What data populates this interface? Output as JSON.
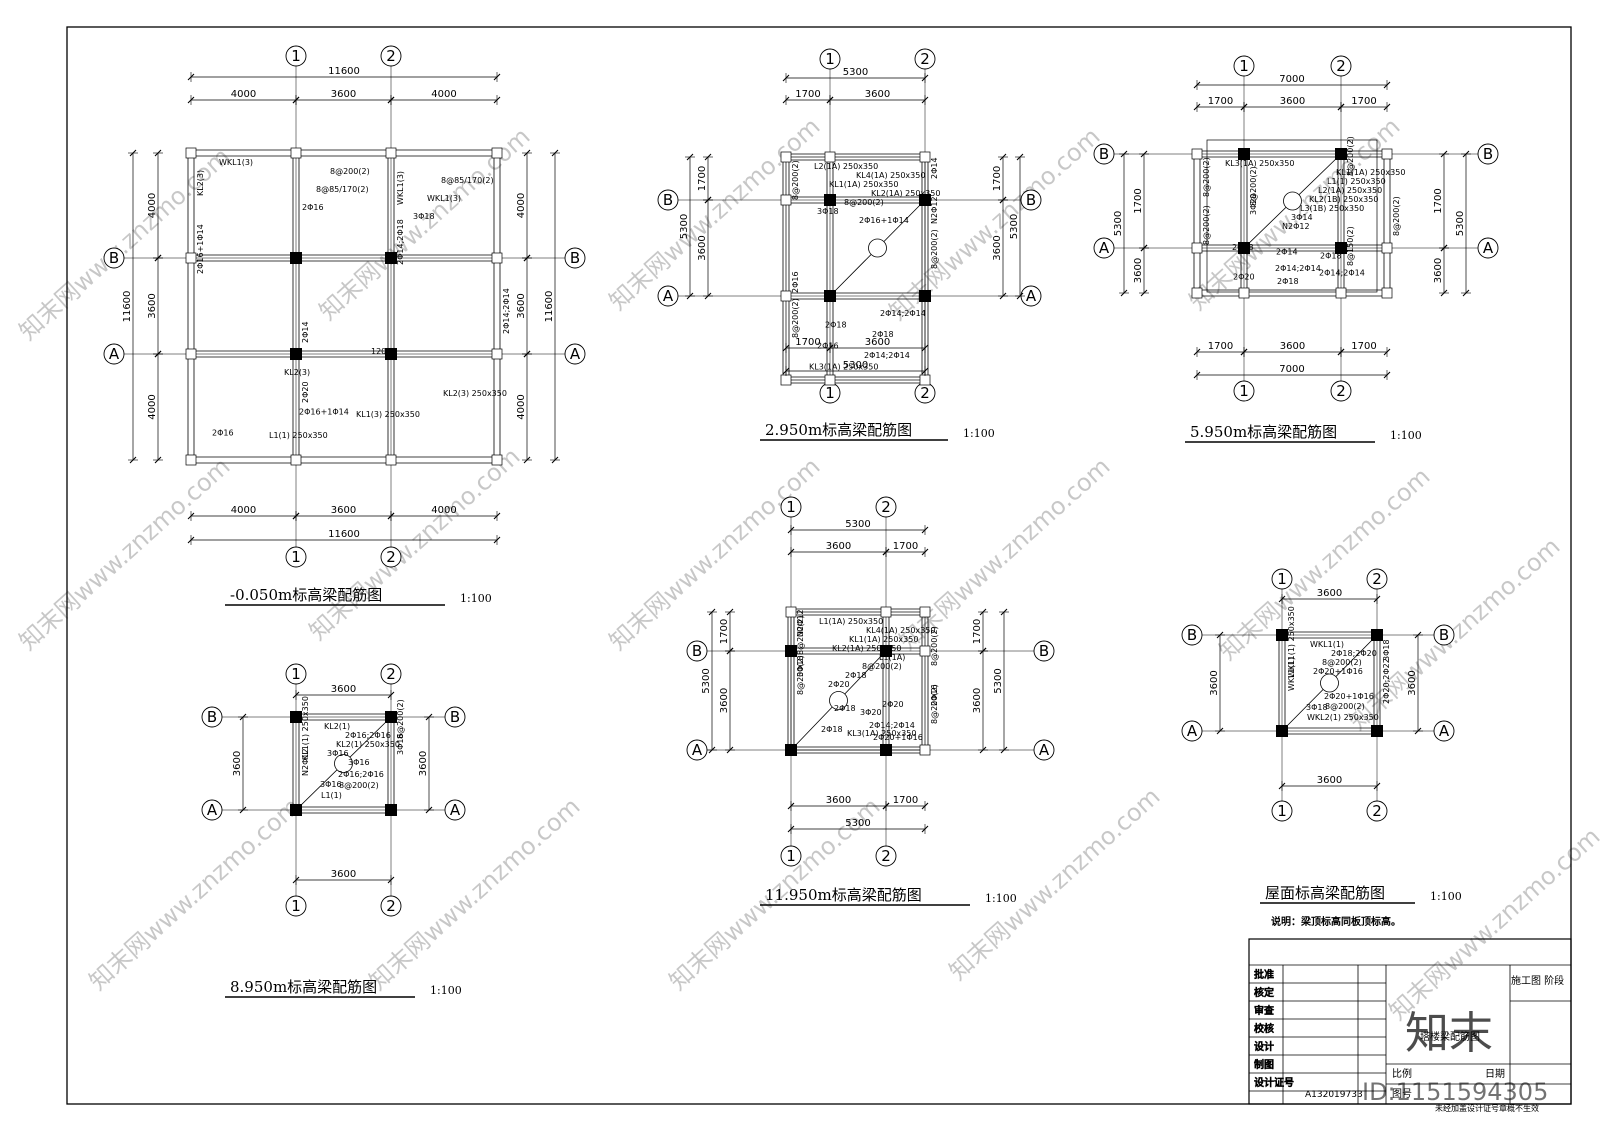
{
  "plans": [
    {
      "title": "-0.050m标高梁配筋图",
      "scale": "1:100",
      "axes_x": [
        "1",
        "2"
      ],
      "axes_y": [
        "B",
        "A"
      ],
      "dims_top_total": "11600",
      "dims_top": [
        "4000",
        "3600",
        "4000"
      ],
      "dims_bottom": [
        "4000",
        "3600",
        "4000"
      ],
      "dims_bottom_total": "11600",
      "dims_left": [
        "4000",
        "3600",
        "4000"
      ],
      "dims_left_total": "11600",
      "dims_right": [
        "4000",
        "3600",
        "4000"
      ],
      "dims_right_total": "11600",
      "annotations": [
        "WKL1(3)",
        "KL2(3)",
        "L1(1) 250x350",
        "8@200(2)",
        "2Φ14;2Φ18",
        "KL1(3) 250x350",
        "8@85/170(2)",
        "2Φ14;2Φ14",
        "KL2(3) 250x350",
        "8@85/170(2)",
        "2Φ20",
        "KL2(3)",
        "WKL1(3)",
        "WKL1(3)",
        "1200",
        "2Φ16",
        "2Φ16+1Φ14",
        "2Φ16",
        "3Φ18",
        "2Φ14",
        "2Φ16+1Φ14"
      ]
    },
    {
      "title": "2.950m标高梁配筋图",
      "scale": "1:100",
      "axes_x": [
        "1",
        "2"
      ],
      "axes_y": [
        "B",
        "A"
      ],
      "dims_top_total": "5300",
      "dims_top": [
        "1700",
        "3600"
      ],
      "dims_bottom": [
        "1700",
        "3600"
      ],
      "dims_bottom_total": "5300",
      "dims_left": [
        "1700",
        "3600"
      ],
      "dims_left_total": "5300",
      "dims_right": [
        "1700",
        "3600"
      ],
      "dims_right_total": "5300",
      "annotations": [
        "L2(1A) 250x350",
        "8@200(2)",
        "2Φ14;2Φ14",
        "KL4(1A) 250x350",
        "8@200(2)",
        "2Φ18",
        "KL1(1A) 250x350",
        "8@200(2)",
        "2Φ14;2Φ14",
        "KL2(1A) 250x350",
        "N2Φ12",
        "KL3(1A) 250x350",
        "8@200(2)",
        "2Φ16",
        "2Φ16",
        "3Φ18",
        "2Φ14",
        "2Φ18",
        "2Φ16+1Φ14"
      ]
    },
    {
      "title": "5.950m标高梁配筋图",
      "scale": "1:100",
      "axes_x": [
        "1",
        "2"
      ],
      "axes_y": [
        "B",
        "A"
      ],
      "dims_top_total": "7000",
      "dims_top": [
        "1700",
        "3600",
        "1700"
      ],
      "dims_bottom": [
        "1700",
        "3600",
        "1700"
      ],
      "dims_bottom_total": "7000",
      "dims_left": [
        "1700",
        "3600"
      ],
      "dims_left_total": "5300",
      "dims_right": [
        "1700",
        "3600"
      ],
      "dims_right_total": "5300",
      "annotations": [
        "KL3(1A) 250x350",
        "8@200(2)",
        "2Φ14;2Φ14",
        "KL1(1A) 250x350",
        "8@150(2)",
        "2Φ18",
        "L1(1) 250x350",
        "8@200(2)",
        "2Φ14;2Φ14",
        "L2(1A) 250x350",
        "8@200(2)",
        "2Φ14",
        "KL2(1B) 250x350",
        "8@200(2)",
        "2Φ20",
        "L3(1B) 250x350",
        "8@200(2)",
        "2Φ18",
        "3Φ14",
        "3Φ20",
        "2Φ18",
        "N2Φ12"
      ]
    },
    {
      "title": "8.950m标高梁配筋图",
      "scale": "1:100",
      "axes_x": [
        "1",
        "2"
      ],
      "axes_y": [
        "B",
        "A"
      ],
      "dims_top_total": "",
      "dims_top": [
        "3600"
      ],
      "dims_bottom": [
        "3600"
      ],
      "dims_bottom_total": "",
      "dims_left": [
        "3600"
      ],
      "dims_left_total": "",
      "dims_right": [
        "3600"
      ],
      "dims_right_total": "",
      "annotations": [
        "KL2(1)",
        "KL1(1) 250x350",
        "8@200(2)",
        "2Φ16;2Φ16",
        "N2Φ12",
        "L1(1)",
        "KL2(1) 250x350",
        "8@200(2)",
        "2Φ16;2Φ16",
        "3Φ16",
        "3Φ16",
        "3Φ16",
        "3Φ16"
      ]
    },
    {
      "title": "11.950m标高梁配筋图",
      "scale": "1:100",
      "axes_x": [
        "1",
        "2"
      ],
      "axes_y": [
        "B",
        "A"
      ],
      "dims_top_total": "5300",
      "dims_top": [
        "3600",
        "1700"
      ],
      "dims_bottom": [
        "3600",
        "1700"
      ],
      "dims_bottom_total": "5300",
      "dims_left": [
        "1700",
        "3600"
      ],
      "dims_left_total": "5300",
      "dims_right": [
        "1700",
        "3600"
      ],
      "dims_right_total": "5300",
      "annotations": [
        "L1(1A) 250x350",
        "8@200(2)",
        "2Φ14;2Φ14",
        "KL4(1A) 250x350",
        "8@200(2)",
        "2Φ20",
        "KL1(1A) 250x350",
        "8@200(2)",
        "2Φ18",
        "KL2(1A) 250x350",
        "8@200(2)",
        "2Φ18",
        "L1(1A)",
        "N2Φ12",
        "KL3(1A) 250x350",
        "8@200(2)",
        "2Φ16",
        "3Φ20",
        "2Φ18",
        "3Φ18",
        "2Φ20+1Φ16",
        "2Φ20"
      ]
    },
    {
      "title": "屋面标高梁配筋图",
      "scale": "1:100",
      "axes_x": [
        "1",
        "2"
      ],
      "axes_y": [
        "B",
        "A"
      ],
      "dims_top_total": "",
      "dims_top": [
        "3600"
      ],
      "dims_bottom": [
        "3600"
      ],
      "dims_bottom_total": "",
      "dims_left": [
        "3600"
      ],
      "dims_left_total": "",
      "dims_right": [
        "3600"
      ],
      "dims_right_total": "",
      "annotations": [
        "WKL1(1)",
        "WKL1(1) 250x350",
        "8@200(2)",
        "2Φ18;2Φ20",
        "WKL1(1)",
        "WKL2(1) 250x350",
        "8@200(2)",
        "2Φ20;2Φ22",
        "2Φ20+1Φ16",
        "2Φ20+1Φ16",
        "3Φ18",
        "3Φ18"
      ]
    }
  ],
  "note": "说明：梁顶标高同板顶标高。",
  "title_block": {
    "stage": "施工图 阶段",
    "drawing_name": "塔楼梁配筋图",
    "rows": [
      "批准",
      "核定",
      "审查",
      "校核",
      "设计",
      "制图",
      "设计证号"
    ],
    "cert_no": "A132019733",
    "scale_label": "比例",
    "drawing_no_label": "图号",
    "date_label": "日期",
    "footer_note": "未经加盖设计证号章概不生效"
  },
  "watermark": {
    "text": "www.znzmo.com",
    "brand": "知末网",
    "logo": "知末",
    "id_text": "ID:1151594305"
  }
}
